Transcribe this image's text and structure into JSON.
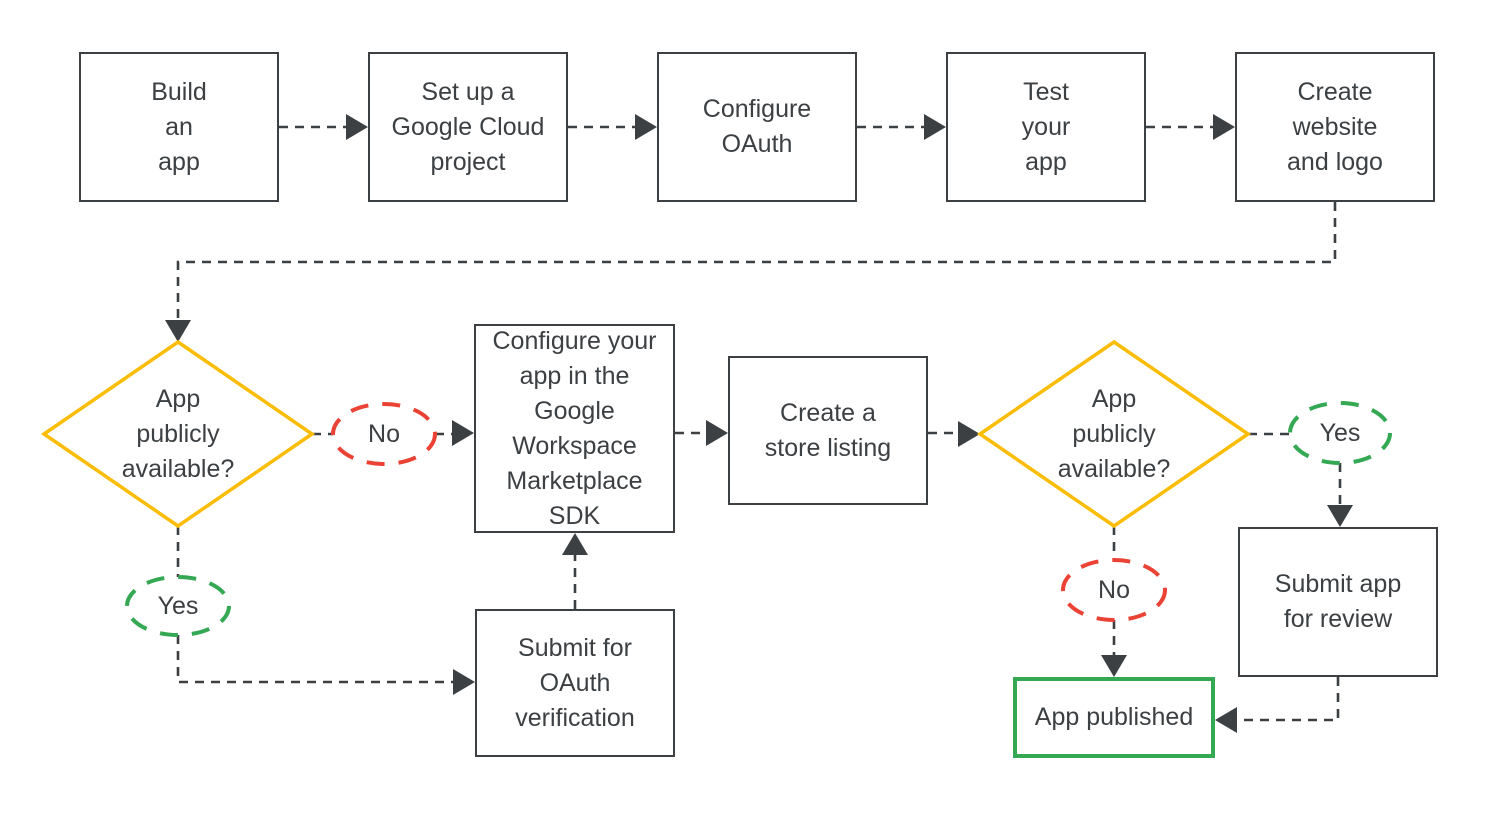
{
  "colors": {
    "line": "#3C4043",
    "text": "#3C4043",
    "decision": "#FBBC04",
    "no": "#EA4335",
    "yes": "#34A853",
    "published": "#34A853",
    "background": "#FFFFFF"
  },
  "nodes": {
    "build_app": {
      "label": "Build\nan\napp"
    },
    "cloud_project": {
      "label": "Set up a\nGoogle Cloud\nproject"
    },
    "configure_oauth": {
      "label": "Configure\nOAuth"
    },
    "test_app": {
      "label": "Test\nyour\napp"
    },
    "website_logo": {
      "label": "Create\nwebsite\nand logo"
    },
    "decision1": {
      "label": "App\npublicly\navailable?"
    },
    "no1": {
      "label": "No"
    },
    "yes1": {
      "label": "Yes"
    },
    "marketplace_sdk": {
      "label": "Configure your\napp in the\nGoogle\nWorkspace\nMarketplace\nSDK"
    },
    "store_listing": {
      "label": "Create a\nstore listing"
    },
    "decision2": {
      "label": "App\npublicly\navailable?"
    },
    "yes2": {
      "label": "Yes"
    },
    "no2": {
      "label": "No"
    },
    "submit_review": {
      "label": "Submit app\nfor review"
    },
    "oauth_verification": {
      "label": "Submit for\nOAuth\nverification"
    },
    "app_published": {
      "label": "App published"
    }
  }
}
